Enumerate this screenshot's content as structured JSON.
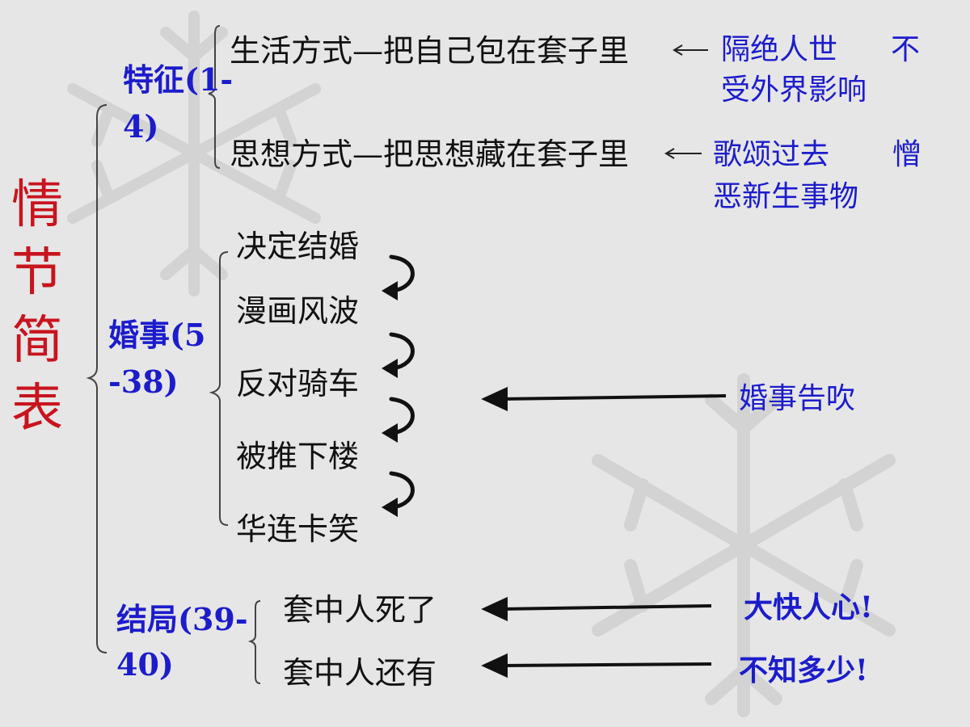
{
  "title": "情节简表",
  "colors": {
    "background": "#e6e6e6",
    "title": "#c8141e",
    "section": "#1c1ccc",
    "note": "#1c1ccc",
    "body": "#111111",
    "snowflake": "#d2d2d2"
  },
  "sections": {
    "features": {
      "label_line1": "特征(1-",
      "label_line2": "4)",
      "items": [
        "生活方式—把自己包在套子里",
        "思想方式—把思想藏在套子里"
      ],
      "notes": [
        {
          "line1a": "隔绝人世",
          "line1b": "不",
          "line2": "受外界影响"
        },
        {
          "line1a": "歌颂过去",
          "line1b": "憎",
          "line2": "恶新生事物"
        }
      ]
    },
    "marriage": {
      "label_line1": "婚事(5",
      "label_line2": "-38)",
      "items": [
        "决定结婚",
        "漫画风波",
        "反对骑车",
        "被推下楼",
        "华连卡笑"
      ],
      "note": "婚事告吹"
    },
    "ending": {
      "label_line1": "结局(39-",
      "label_line2": "40)",
      "items": [
        "套中人死了",
        "套中人还有"
      ],
      "notes": [
        "大快人心!",
        "不知多少!"
      ]
    }
  },
  "decorations": {
    "background_icon": "snowflake-icon",
    "step_arrow_icon": "curved-arrow-icon"
  }
}
